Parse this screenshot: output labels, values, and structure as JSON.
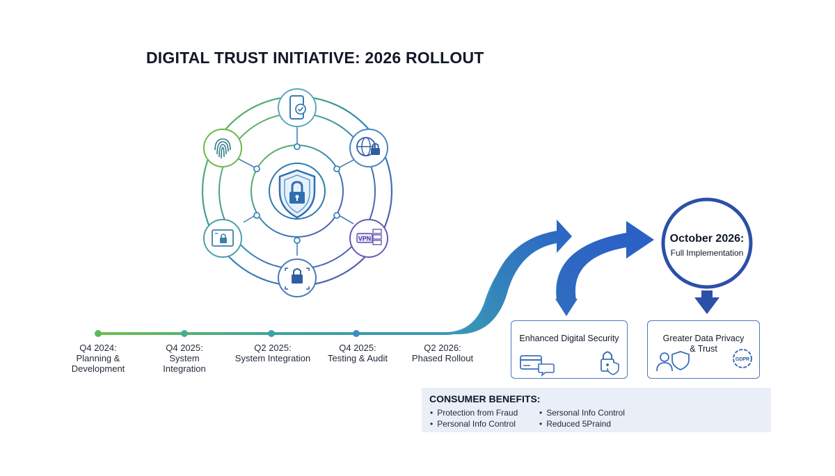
{
  "title": "DIGITAL TRUST INITIATIVE: 2026 ROLLOUT",
  "hub": {
    "center_icon": "shield-lock-icon",
    "nodes": [
      "smartphone-check-icon",
      "globe-lock-icon",
      "vpn-server-icon",
      "document-lock-icon",
      "screen-lock-icon",
      "fingerprint-icon"
    ],
    "vpn_text": "VPN"
  },
  "timeline": {
    "milestones": [
      {
        "line1": "Q4 2024:",
        "line2": "Planning &",
        "line3": "Development"
      },
      {
        "line1": "Q4 2025:",
        "line2": "System",
        "line3": "Integration"
      },
      {
        "line1": "Q2 2025:",
        "line2": "System Integration",
        "line3": ""
      },
      {
        "line1": "Q4 2025:",
        "line2": "Testing & Audit",
        "line3": ""
      },
      {
        "line1": "Q2 2026:",
        "line2": "Phased Rollout",
        "line3": ""
      }
    ]
  },
  "goal": {
    "date": "October 2026:",
    "subtitle": "Full Implementation"
  },
  "outcomes": [
    {
      "title_line1": "Enhanced Digital Security",
      "title_line2": "",
      "icons": [
        "credit-card-chat-icon",
        "padlock-shield-icon"
      ]
    },
    {
      "title_line1": "Greater Data Privacy",
      "title_line2": "& Trust",
      "icons": [
        "user-shield-icon",
        "gdpr-badge-icon"
      ],
      "badge_text": "GDPR"
    }
  ],
  "benefits": {
    "heading": "CONSUMER BENEFITS:",
    "col1": [
      "Protection from Fraud",
      "Personal Info Control"
    ],
    "col2": [
      "Sersonal Info Control",
      "Reduced 5Praind"
    ]
  },
  "colors": {
    "green": "#5cb85c",
    "teal": "#3a9ab5",
    "blue": "#2f5fb0",
    "purple": "#5b4fb0",
    "box_border": "#4a78b8",
    "benefits_bg": "#e9eef7"
  }
}
